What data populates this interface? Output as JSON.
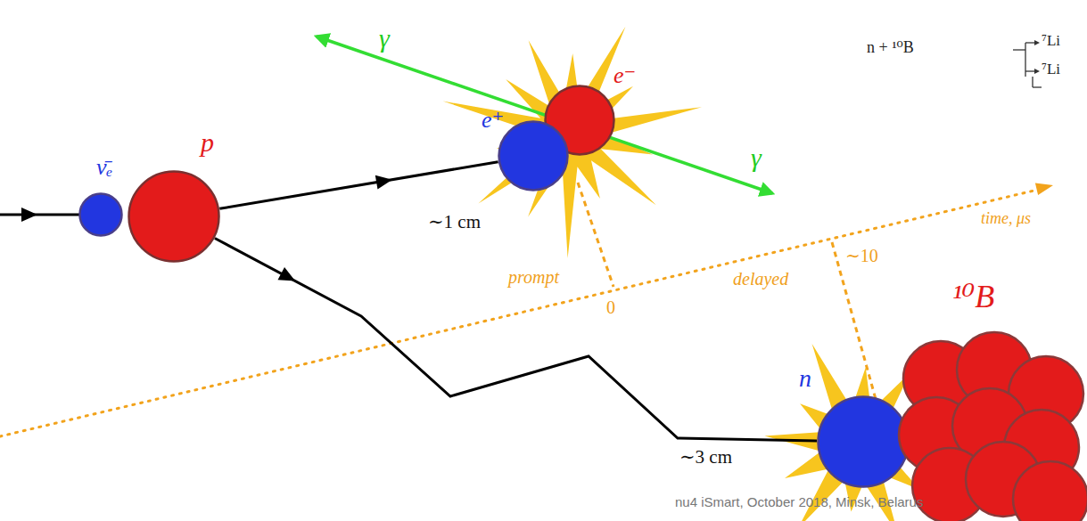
{
  "diagram": {
    "nodes": [
      {
        "text": [
          "ν̄ₑ"
        ]
      },
      {
        "text": [
          "p"
        ]
      },
      {
        "text": [
          "e⁺"
        ]
      },
      {
        "text": [
          "e⁻"
        ]
      },
      {
        "text": [
          "n"
        ]
      },
      {
        "text": [
          "¹⁰B"
        ]
      }
    ],
    "edges": [
      {
        "from": 1,
        "to": 2,
        "arrow": "to"
      },
      {
        "from": 1,
        "to": 4,
        "arrow": "to"
      }
    ],
    "labels": [
      "γ",
      "γ",
      "∼1 cm",
      "prompt",
      "0",
      "delayed",
      "∼10",
      "time, μs",
      "∼3 cm",
      "n + ¹⁰B",
      "⁷Li",
      "⁷Li",
      "nu4 iSmart, October 2018, Minsk, Belarus"
    ]
  }
}
